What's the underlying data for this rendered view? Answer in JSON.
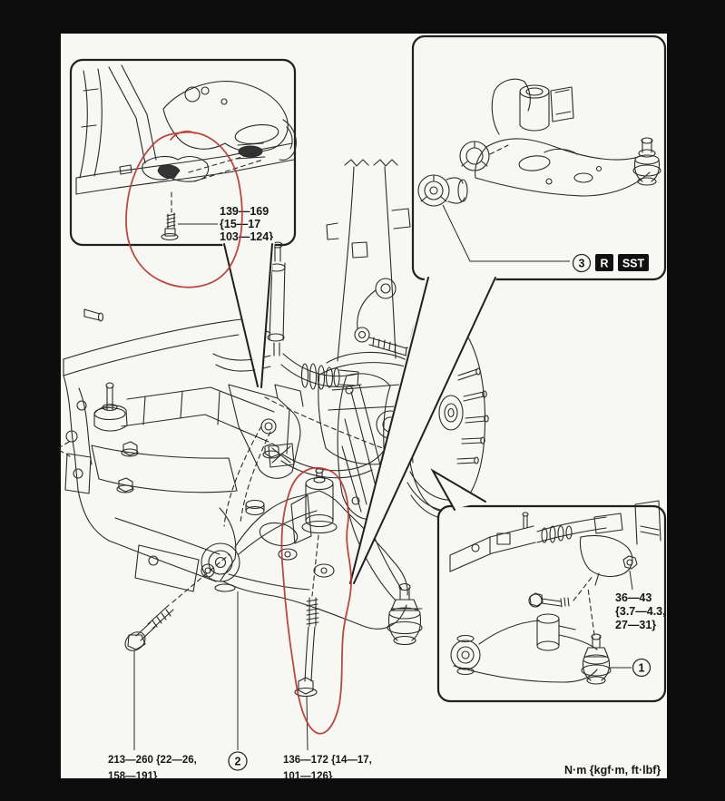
{
  "colors": {
    "background": "#0c0c0c",
    "paper": "#f7f7f4",
    "line": "#2a2a2a",
    "annotation_red": "#b23b32",
    "badge_black": "#111111"
  },
  "footer": {
    "units_note": "N·m {kgf·m, ft·lbf}"
  },
  "callout_top_left": {
    "torque_lines": [
      "139—169",
      "{15—17",
      "103—124}"
    ]
  },
  "callout_top_right": {
    "number": "3",
    "flags": [
      "R",
      "SST"
    ]
  },
  "callout_bottom_right": {
    "number": "1",
    "torque_lines": [
      "36—43",
      "{3.7—4.3,",
      "27—31}"
    ]
  },
  "main_labels": {
    "front_bolt_torque_lines": [
      "213—260 {22—26,",
      "158—191}"
    ],
    "arm_callout_number": "2",
    "rear_bolt_torque_lines": [
      "136—172 {14—17,",
      "101—126}"
    ]
  }
}
